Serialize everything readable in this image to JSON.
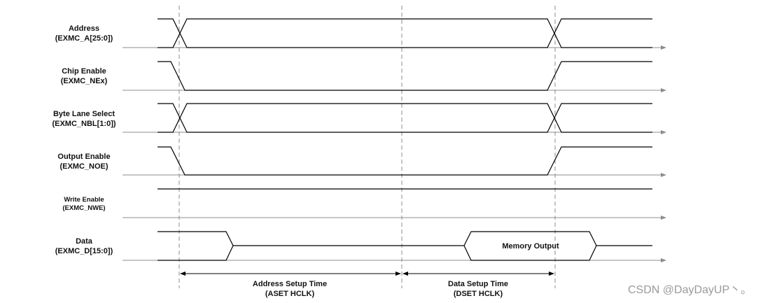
{
  "signals": [
    {
      "name": "Address",
      "port": "(EXMC_A[25:0])"
    },
    {
      "name": "Chip Enable",
      "port": "(EXMC_NEx)"
    },
    {
      "name": "Byte Lane Select",
      "port": "(EXMC_NBL[1:0])"
    },
    {
      "name": "Output Enable",
      "port": "(EXMC_NOE)"
    },
    {
      "name": "Write Enable",
      "port": "(EXMC_NWE)"
    },
    {
      "name": "Data",
      "port": "(EXMC_D[15:0])"
    }
  ],
  "data_bus_label": "Memory Output",
  "phases": [
    {
      "name": "Address Setup Time",
      "unit": "(ASET HCLK)"
    },
    {
      "name": "Data Setup Time",
      "unit": "(DSET HCLK)"
    }
  ],
  "watermark": "CSDN @DayDayUP丶。"
}
